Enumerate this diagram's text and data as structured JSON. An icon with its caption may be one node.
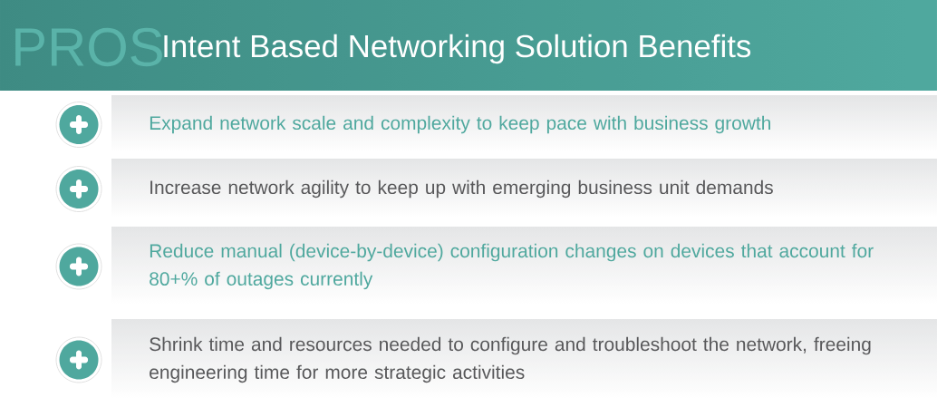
{
  "diagram": {
    "title": "Intent Based Networking Solution Benefits",
    "nodes": [
      {
        "text": [
          "Expand network scale and complexity to keep pace with business growth"
        ]
      },
      {
        "text": [
          "Increase network agility to keep up with emerging business unit demands"
        ]
      },
      {
        "text": [
          "Reduce manual (device-by-device) configuration changes on devices that account for 80+% of outages currently"
        ]
      },
      {
        "text": [
          "Shrink time and resources needed to configure and troubleshoot the network, freeing engineering time for more strategic activities"
        ]
      }
    ],
    "labels": [
      "PROS"
    ]
  }
}
